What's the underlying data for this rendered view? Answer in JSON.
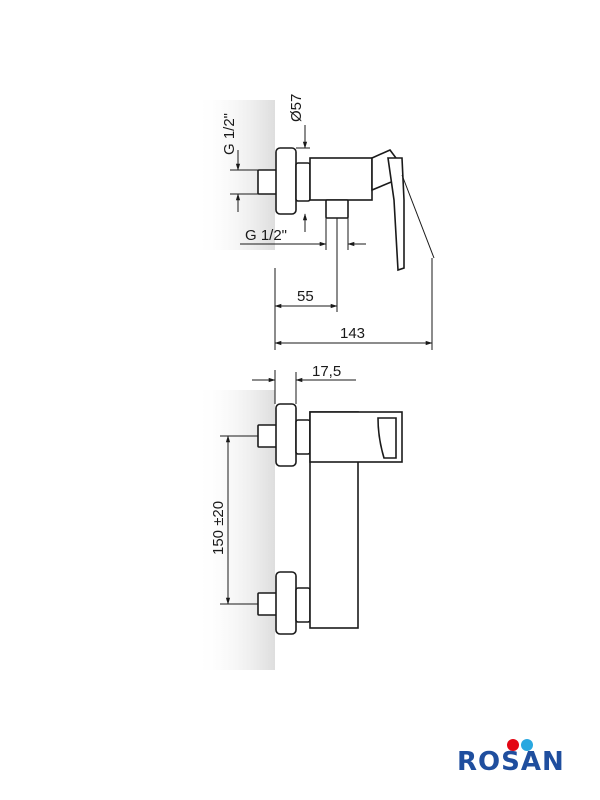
{
  "dimensions": {
    "thread_left": "G 1/2\"",
    "diameter": "Ø57",
    "thread_bottom": "G 1/2\"",
    "depth_55": "55",
    "depth_143": "143",
    "offset_17_5": "17,5",
    "spacing_150": "150 ±20"
  },
  "brand": {
    "name": "ROSAN",
    "primary_color": "#1f4e9e",
    "accent_red": "#e30613",
    "accent_blue": "#29a8e0"
  }
}
